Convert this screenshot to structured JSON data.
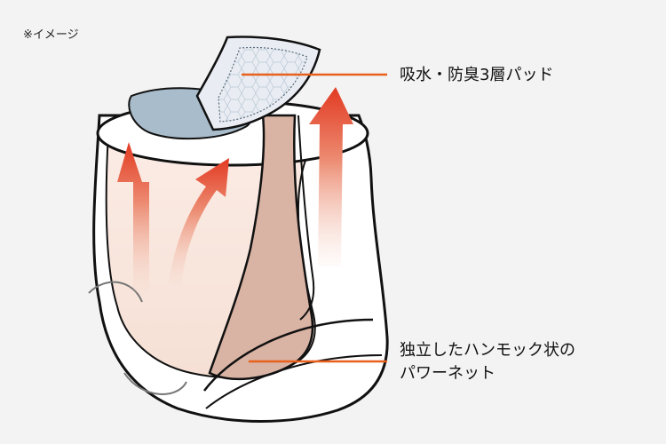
{
  "note": "※イメージ",
  "labels": {
    "pad": "吸水・防臭3層パッド",
    "hammock_line1": "独立したハンモック状の",
    "hammock_line2": "パワーネット"
  },
  "colors": {
    "background": "#f3f3f3",
    "leader_line": "#e8601c",
    "pad": "#e9edf3",
    "pad_inner": "#a9bccb",
    "hammock": "#d9b3a4",
    "arrow_red": "#e23a22"
  }
}
